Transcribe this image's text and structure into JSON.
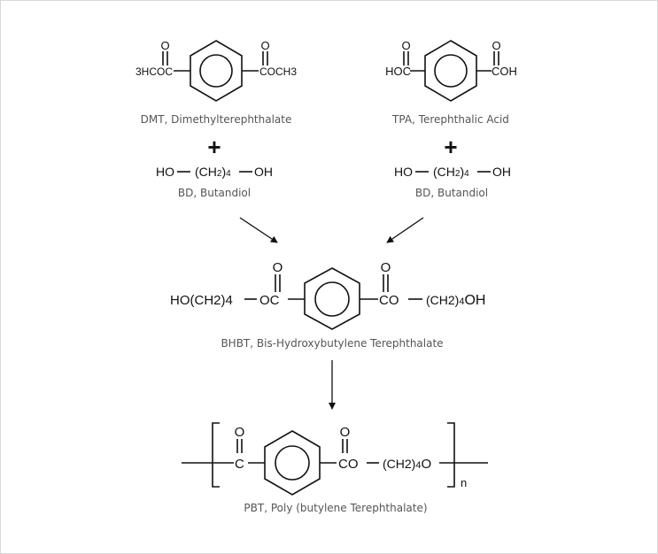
{
  "dmt": {
    "left_group": "3HCOC",
    "right_group": "COCH3",
    "o_left": "O",
    "o_right": "O",
    "caption": "DMT, Dimethylterephthalate"
  },
  "tpa": {
    "left_group": "HOC",
    "right_group": "COH",
    "o_left": "O",
    "o_right": "O",
    "caption": "TPA, Terephthalic Acid"
  },
  "plus": "+",
  "bd_left": {
    "ho": "HO",
    "ch2": "(CH",
    "sub2": "2",
    "close": ")",
    "sub4": "4",
    "oh": "OH",
    "caption": "BD, Butandiol"
  },
  "bd_right": {
    "ho": "HO",
    "ch2": "(CH",
    "sub2": "2",
    "close": ")",
    "sub4": "4",
    "oh": "OH",
    "caption": "BD, Butandiol"
  },
  "bhbt": {
    "left_chain": "HO(CH2)4",
    "oc": "OC",
    "co": "CO",
    "right_chain_ch": "(CH2)",
    "right_chain_n": "4",
    "oh": "OH",
    "o_left": "O",
    "o_right": "O",
    "caption": "BHBT, Bis-Hydroxybutylene Terephthalate"
  },
  "pbt": {
    "c": "C",
    "co": "CO",
    "chain": "(CH2)",
    "chain_n": "4",
    "o_end": "O",
    "o_left": "O",
    "o_right": "O",
    "repeat": "n",
    "caption": "PBT, Poly (butylene Terephthalate)"
  }
}
